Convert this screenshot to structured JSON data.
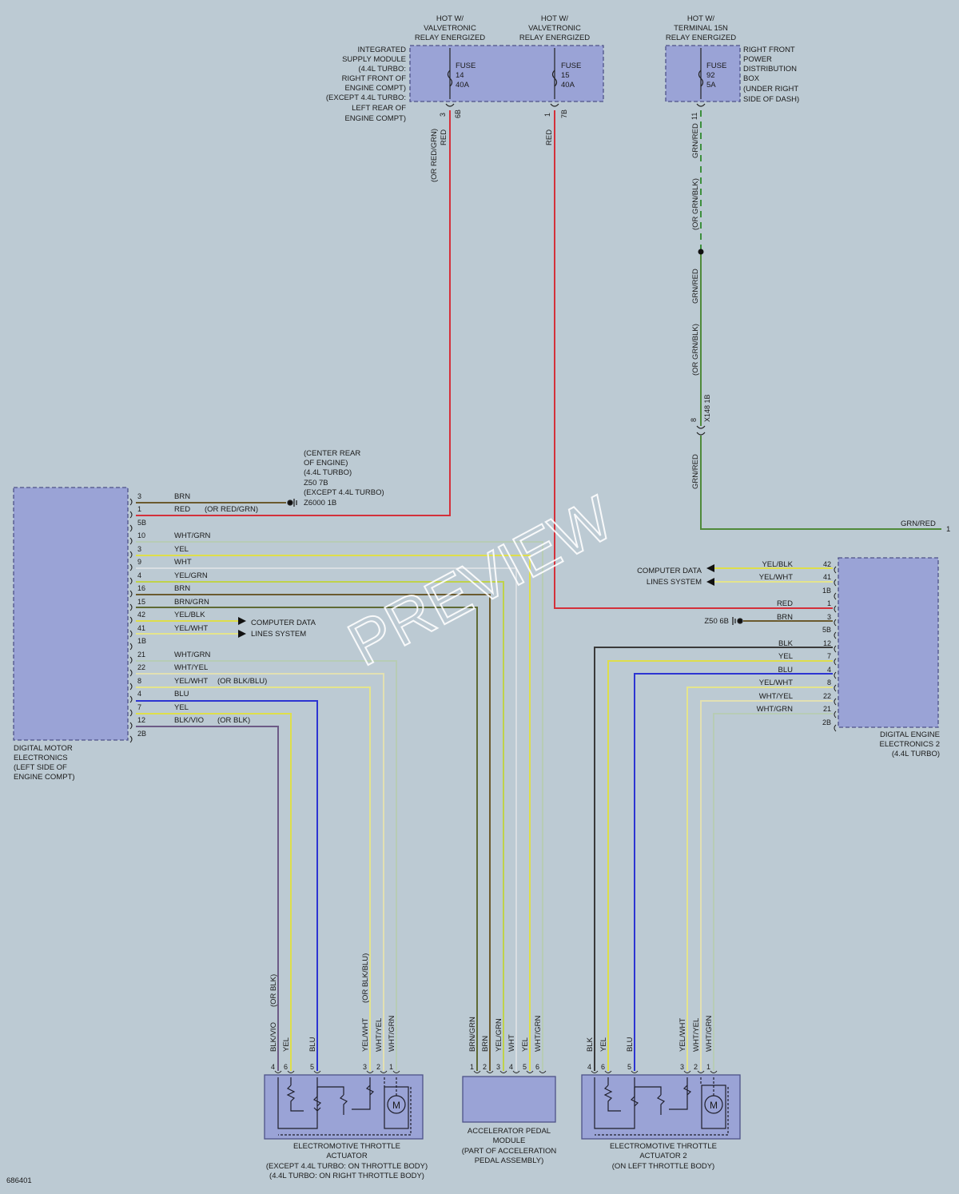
{
  "figure_id": "686401",
  "watermark": "PREVIEW",
  "power": {
    "relay_left_hdr": [
      "HOT W/",
      "VALVETRONIC",
      "RELAY ENERGIZED"
    ],
    "relay_right_hdr": [
      "HOT W/",
      "VALVETRONIC",
      "RELAY ENERGIZED"
    ],
    "terminal_hdr": [
      "HOT W/",
      "TERMINAL 15N",
      "RELAY ENERGIZED"
    ],
    "ism_label": [
      "INTEGRATED",
      "SUPPLY MODULE",
      "(4.4L TURBO:",
      "RIGHT FRONT OF",
      "ENGINE COMPT)",
      "(EXCEPT 4.4L TURBO:",
      "LEFT REAR OF",
      "ENGINE COMPT)"
    ],
    "fuse14": [
      "FUSE",
      "14",
      "40A"
    ],
    "fuse15": [
      "FUSE",
      "15",
      "40A"
    ],
    "fuse92": [
      "FUSE",
      "92",
      "5A"
    ],
    "pdb_label": [
      "RIGHT FRONT",
      "POWER",
      "DISTRIBUTION",
      "BOX",
      "(UNDER RIGHT",
      "SIDE OF DASH)"
    ],
    "f14_pin": "3",
    "f14_conn": "6B",
    "f15_pin": "1",
    "f15_conn": "7B",
    "f92_pin": "11",
    "wire_f14": "RED",
    "wire_f14_alt": "(OR RED/GRN)",
    "wire_f15": "RED",
    "wire_f92": "GRN/RED",
    "wire_f92_alt": "(OR GRN/BLK)",
    "wire_f92_b": "GRN/RED",
    "wire_f92_b_alt": "(OR GRN/BLK)",
    "x148_pin": "8",
    "x148": "X148 1B",
    "wire_f92_c": "GRN/RED",
    "grnred_end": "GRN/RED",
    "grnred_num": "1"
  },
  "ground_left": [
    "(CENTER REAR",
    "OF ENGINE)",
    "(4.4L TURBO)",
    "Z50 7B",
    "(EXCEPT 4.4L TURBO)",
    "Z6000 1B"
  ],
  "dme": {
    "label": [
      "DIGITAL MOTOR",
      "ELECTRONICS",
      "(LEFT SIDE OF",
      "ENGINE COMPT)"
    ],
    "rows": [
      {
        "pin": "3",
        "color": "BRN",
        "alt": ""
      },
      {
        "pin": "1",
        "color": "RED",
        "alt": "(OR RED/GRN)"
      },
      {
        "pin": "5B",
        "color": "",
        "alt": ""
      },
      {
        "pin": "10",
        "color": "WHT/GRN",
        "alt": ""
      },
      {
        "pin": "3",
        "color": "YEL",
        "alt": ""
      },
      {
        "pin": "9",
        "color": "WHT",
        "alt": ""
      },
      {
        "pin": "4",
        "color": "YEL/GRN",
        "alt": ""
      },
      {
        "pin": "16",
        "color": "BRN",
        "alt": ""
      },
      {
        "pin": "15",
        "color": "BRN/GRN",
        "alt": ""
      },
      {
        "pin": "42",
        "color": "YEL/BLK",
        "alt": ""
      },
      {
        "pin": "41",
        "color": "YEL/WHT",
        "alt": ""
      },
      {
        "pin": "1B",
        "color": "",
        "alt": ""
      },
      {
        "pin": "21",
        "color": "WHT/GRN",
        "alt": ""
      },
      {
        "pin": "22",
        "color": "WHT/YEL",
        "alt": ""
      },
      {
        "pin": "8",
        "color": "YEL/WHT",
        "alt": "(OR BLK/BLU)"
      },
      {
        "pin": "4",
        "color": "BLU",
        "alt": ""
      },
      {
        "pin": "7",
        "color": "YEL",
        "alt": ""
      },
      {
        "pin": "12",
        "color": "BLK/VIO",
        "alt": "(OR BLK)"
      },
      {
        "pin": "2B",
        "color": "",
        "alt": ""
      }
    ],
    "cdl": [
      "COMPUTER DATA",
      "LINES SYSTEM"
    ]
  },
  "dee2": {
    "label": [
      "DIGITAL ENGINE",
      "ELECTRONICS 2",
      "(4.4L TURBO)"
    ],
    "rows": [
      {
        "pin": "42",
        "color": "YEL/BLK"
      },
      {
        "pin": "41",
        "color": "YEL/WHT"
      },
      {
        "pin": "1B",
        "color": ""
      },
      {
        "pin": "1",
        "color": "RED"
      },
      {
        "pin": "3",
        "color": "BRN"
      },
      {
        "pin": "5B",
        "color": ""
      },
      {
        "pin": "12",
        "color": "BLK"
      },
      {
        "pin": "7",
        "color": "YEL"
      },
      {
        "pin": "4",
        "color": "BLU"
      },
      {
        "pin": "8",
        "color": "YEL/WHT"
      },
      {
        "pin": "22",
        "color": "WHT/YEL"
      },
      {
        "pin": "21",
        "color": "WHT/GRN"
      },
      {
        "pin": "2B",
        "color": ""
      }
    ],
    "cdl": [
      "COMPUTER DATA",
      "LINES SYSTEM"
    ],
    "ground": "Z50 6B"
  },
  "eta1": {
    "label": [
      "ELECTROMOTIVE THROTTLE",
      "ACTUATOR",
      "(EXCEPT 4.4L TURBO: ON THROTTLE BODY)",
      "(4.4L TURBO: ON RIGHT THROTTLE BODY)"
    ],
    "wires": [
      {
        "pin": "4",
        "color": "BLK/VIO",
        "alt": "(OR BLK)"
      },
      {
        "pin": "6",
        "color": "YEL",
        "alt": ""
      },
      {
        "pin": "5",
        "color": "BLU",
        "alt": ""
      },
      {
        "pin": "3",
        "color": "YEL/WHT",
        "alt": "(OR BLK/BLU)"
      },
      {
        "pin": "2",
        "color": "WHT/YEL",
        "alt": ""
      },
      {
        "pin": "1",
        "color": "WHT/GRN",
        "alt": ""
      }
    ],
    "motor": "M"
  },
  "apm": {
    "label": [
      "ACCELERATOR PEDAL",
      "MODULE",
      "(PART OF ACCELERATION",
      "PEDAL ASSEMBLY)"
    ],
    "wires": [
      {
        "pin": "1",
        "color": "BRN/GRN"
      },
      {
        "pin": "2",
        "color": "BRN"
      },
      {
        "pin": "3",
        "color": "YEL/GRN"
      },
      {
        "pin": "4",
        "color": "WHT"
      },
      {
        "pin": "5",
        "color": "YEL"
      },
      {
        "pin": "6",
        "color": "WHT/GRN"
      }
    ]
  },
  "eta2": {
    "label": [
      "ELECTROMOTIVE THROTTLE",
      "ACTUATOR 2",
      "(ON LEFT THROTTLE BODY)"
    ],
    "wires": [
      {
        "pin": "4",
        "color": "BLK"
      },
      {
        "pin": "6",
        "color": "YEL"
      },
      {
        "pin": "5",
        "color": "BLU"
      },
      {
        "pin": "3",
        "color": "YEL/WHT"
      },
      {
        "pin": "2",
        "color": "WHT/YEL"
      },
      {
        "pin": "1",
        "color": "WHT/GRN"
      }
    ],
    "motor": "M"
  },
  "colors": {
    "RED": "#d4303a",
    "BRN": "#6b5a2e",
    "YEL": "#dede4a",
    "WHT": "#d9dee2",
    "BLU": "#2c34d2",
    "BLK": "#3a3a3a",
    "GRN": "#3c8f3c",
    "GRNRED": "#4f8a3a",
    "BRNGRN": "#5f6a34",
    "YELGRN": "#bfd24a",
    "WHTGRN": "#b7ccb5",
    "WHTYEL": "#e2e0b2",
    "YELWHT": "#e4e48c",
    "BLKVIO": "#6d5a86",
    "box": "#9aa3d6",
    "boxline": "#4e5288"
  }
}
